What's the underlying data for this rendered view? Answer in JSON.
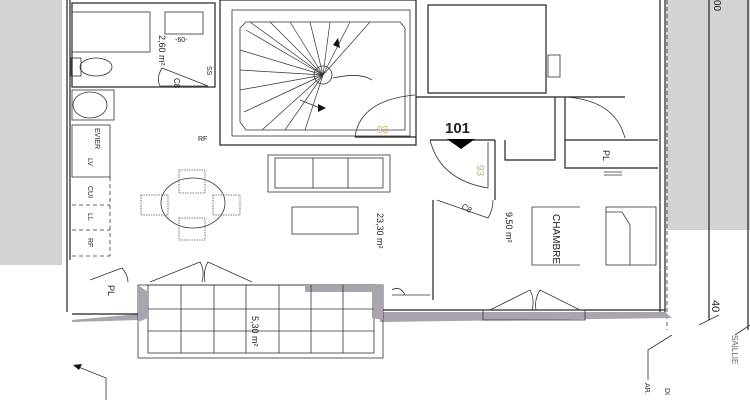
{
  "colors": {
    "background_band": "#d3d3d3",
    "wall_fill": "#a9a4ad",
    "room_number_marker": "#000000",
    "door_number": "#c8b060"
  },
  "labels": {
    "niche": "-60-",
    "bathroom_area": "2,60 m²",
    "ss": "SS",
    "rf_main": "RF",
    "evier": "EVIER",
    "lv": "LV",
    "cui": "CUI",
    "ll": "LL",
    "rf_kitchen": "RF",
    "room_number": "101",
    "door_num_1": "93",
    "door_num_2": "93",
    "living_area": "23,30 m²",
    "bedroom_area": "9,50 m²",
    "chambre": "CHAMBRE",
    "pl_bedroom": "PL",
    "pl_entry": "PL",
    "balcony_area": "5,30 m²",
    "dim_40": "40",
    "dim_top": "00",
    "saillie": "SAILLIE",
    "ar": "AR.",
    "di": "DI"
  }
}
